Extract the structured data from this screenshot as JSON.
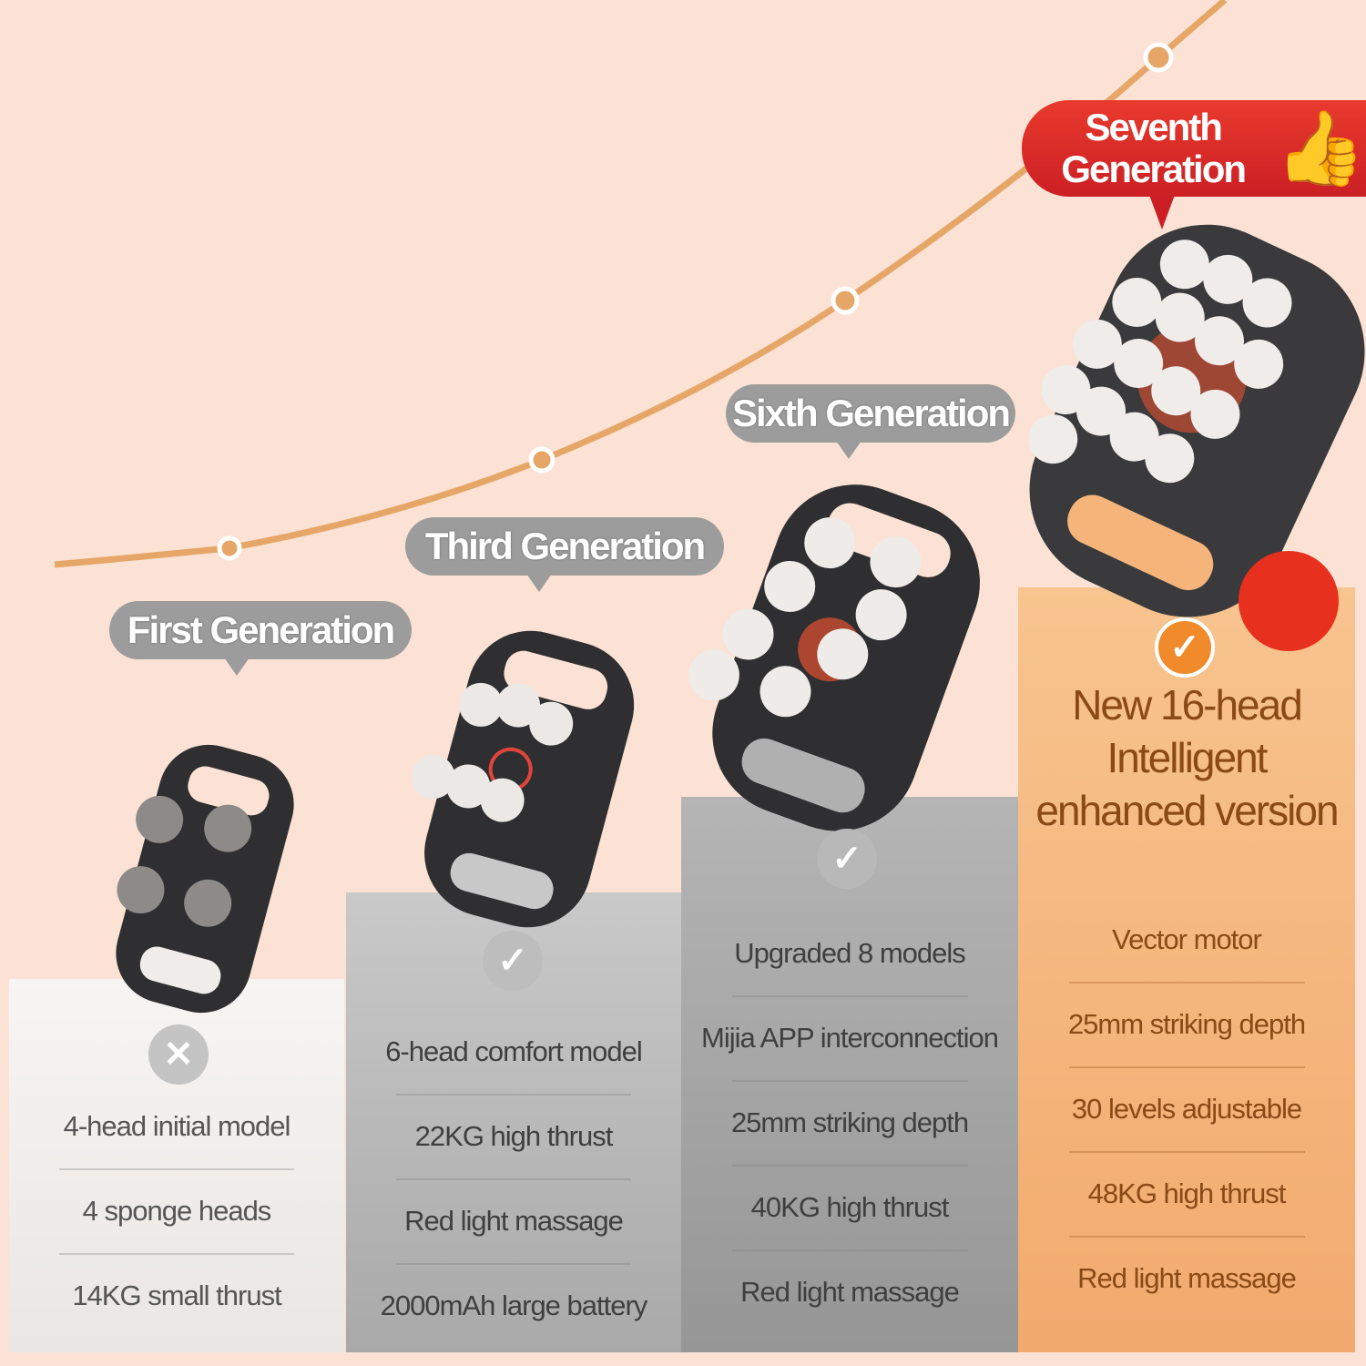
{
  "generations": [
    {
      "label": "First Generation",
      "mark": "cross-icon",
      "features": [
        "4-head initial model",
        "4 sponge heads",
        "14KG small thrust"
      ]
    },
    {
      "label": "Third Generation",
      "mark": "check-icon",
      "features": [
        "6-head comfort model",
        "22KG high thrust",
        "Red light massage",
        "2000mAh large battery"
      ]
    },
    {
      "label": "Sixth Generation",
      "mark": "check-icon",
      "features": [
        "Upgraded 8 models",
        "Mijia APP interconnection",
        "25mm striking depth",
        "40KG high thrust",
        "Red light massage"
      ]
    },
    {
      "label": "Seventh Generation",
      "mark": "check-icon",
      "headline": "New 16-head Intelligent enhanced version",
      "features": [
        "Vector motor",
        "25mm striking depth",
        "30 levels adjustable",
        "48KG high thrust",
        "Red light massage"
      ]
    }
  ],
  "colors": {
    "background": "#fbe2d4",
    "curve": "#e6a667",
    "badge": "#d8262a",
    "pedestal_orange": "#f5b47a"
  }
}
